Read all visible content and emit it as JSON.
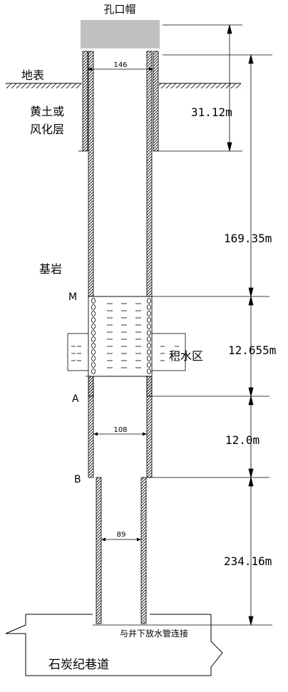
{
  "labels": {
    "cap": "孔口帽",
    "ground": "地表",
    "loess_1": "黄土或",
    "loess_2": "风化层",
    "bedrock": "基岩",
    "water_zone": "积水区",
    "pipe_note": "与井下放水管连接",
    "tunnel": "石炭纪巷道",
    "point_m": "M",
    "point_a": "A",
    "point_b": "B"
  },
  "diameters": {
    "top": "146",
    "middle": "108",
    "bottom": "89"
  },
  "depths": {
    "d1": "31.12m",
    "d2": "169.35m",
    "d3": "12.655m",
    "d4": "12.0m",
    "d5": "234.16m"
  },
  "colors": {
    "cap_fill": "#c0c0c0",
    "line": "#000000"
  }
}
